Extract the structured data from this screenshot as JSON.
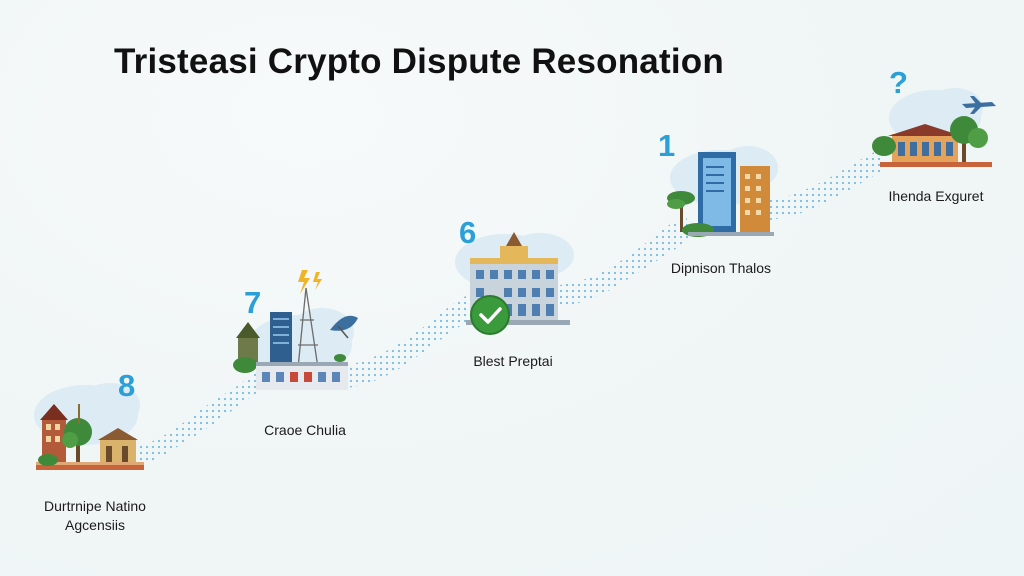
{
  "title": "Tristeasi Crypto Dispute Resonation",
  "steps": [
    {
      "number": "8",
      "label_line1": "Durtrnipe Natino",
      "label_line2": "Agcensiis"
    },
    {
      "number": "7",
      "label": "Craoe Chulia"
    },
    {
      "number": "6",
      "label": "Blest Preptai"
    },
    {
      "number": "1",
      "label": "Dipnison Thalos"
    },
    {
      "number": "?",
      "label": "Ihenda Exguret"
    }
  ],
  "colors": {
    "number": "#2a9fd8",
    "path_dots": "#5fb2e0",
    "cloud": "#dcebf4",
    "check_badge": "#3a9a3c"
  },
  "icons": [
    "checkmark-icon",
    "airplane-icon",
    "lightning-icon",
    "tree-icon",
    "building-icon"
  ]
}
